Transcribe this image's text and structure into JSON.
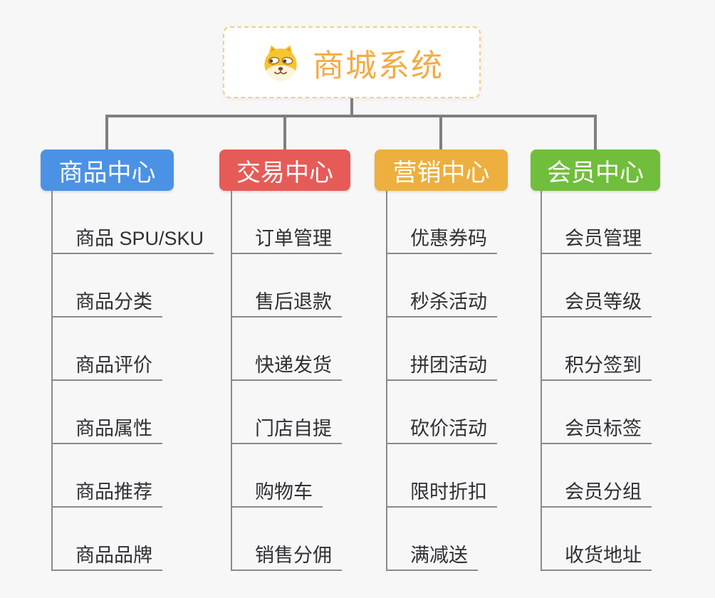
{
  "root": {
    "title": "商城系统",
    "title_color": "#f2ac44",
    "icon": "dog-face-icon"
  },
  "connector_color": "#7f7f7f",
  "branches": [
    {
      "label": "商品中心",
      "color": "#4b92e5",
      "items": [
        "商品 SPU/SKU",
        "商品分类",
        "商品评价",
        "商品属性",
        "商品推荐",
        "商品品牌"
      ]
    },
    {
      "label": "交易中心",
      "color": "#e65b57",
      "items": [
        "订单管理",
        "售后退款",
        "快递发货",
        "门店自提",
        "购物车",
        "销售分佣"
      ]
    },
    {
      "label": "营销中心",
      "color": "#edaf3e",
      "items": [
        "优惠券码",
        "秒杀活动",
        "拼团活动",
        "砍价活动",
        "限时折扣",
        "满减送"
      ]
    },
    {
      "label": "会员中心",
      "color": "#70be3c",
      "items": [
        "会员管理",
        "会员等级",
        "积分签到",
        "会员标签",
        "会员分组",
        "收货地址"
      ]
    }
  ]
}
